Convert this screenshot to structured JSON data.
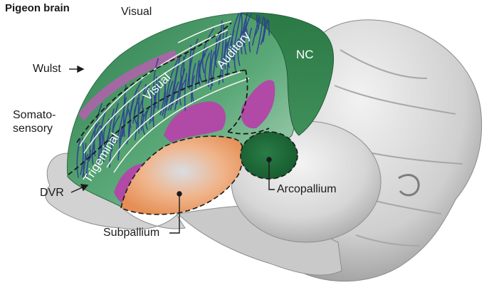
{
  "title": "Pigeon brain",
  "labels": {
    "visual_top": "Visual",
    "wulst": "Wulst",
    "somatosensory_1": "Somato-",
    "somatosensory_2": "sensory",
    "dvr": "DVR",
    "subpallium": "Subpallium",
    "arcopallium": "Arcopallium",
    "nc": "NC"
  },
  "tract_labels": {
    "auditory": "Auditory",
    "visual": "Visual",
    "trigeminal": "Trigeminal"
  },
  "colors": {
    "pallium_green": "#3f8f5b",
    "nc_green": "#2f7a45",
    "arcopallium_green": "#1f6a38",
    "magenta": "#b04aa6",
    "subpallium_orange": "#e8a06a",
    "fiber_blue": "#2c3f95",
    "brain_gray": "#d8d8d8"
  }
}
